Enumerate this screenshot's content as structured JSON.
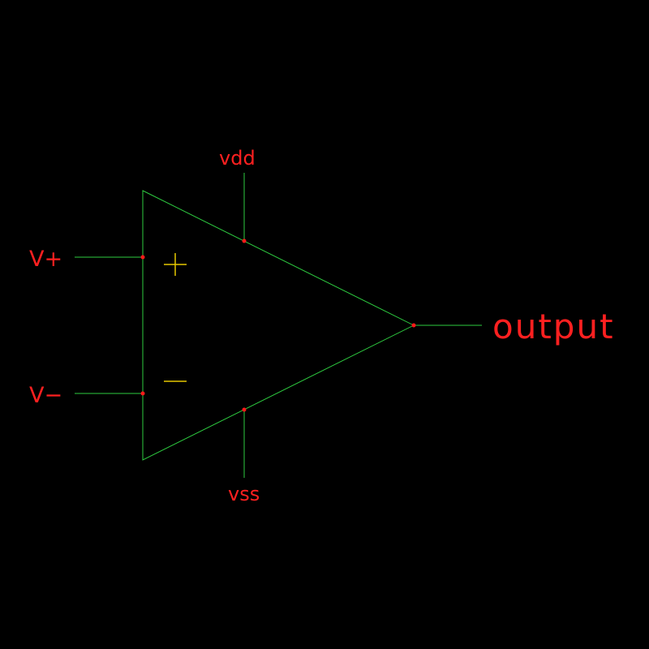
{
  "pins": {
    "v_plus": "V+",
    "v_minus": "V−",
    "vdd": "vdd",
    "vss": "vss",
    "output": "output"
  },
  "colors": {
    "background": "#000000",
    "wire": "#2ecc40",
    "pin": "#ff2020",
    "polarity_mark": "#e6c800"
  }
}
